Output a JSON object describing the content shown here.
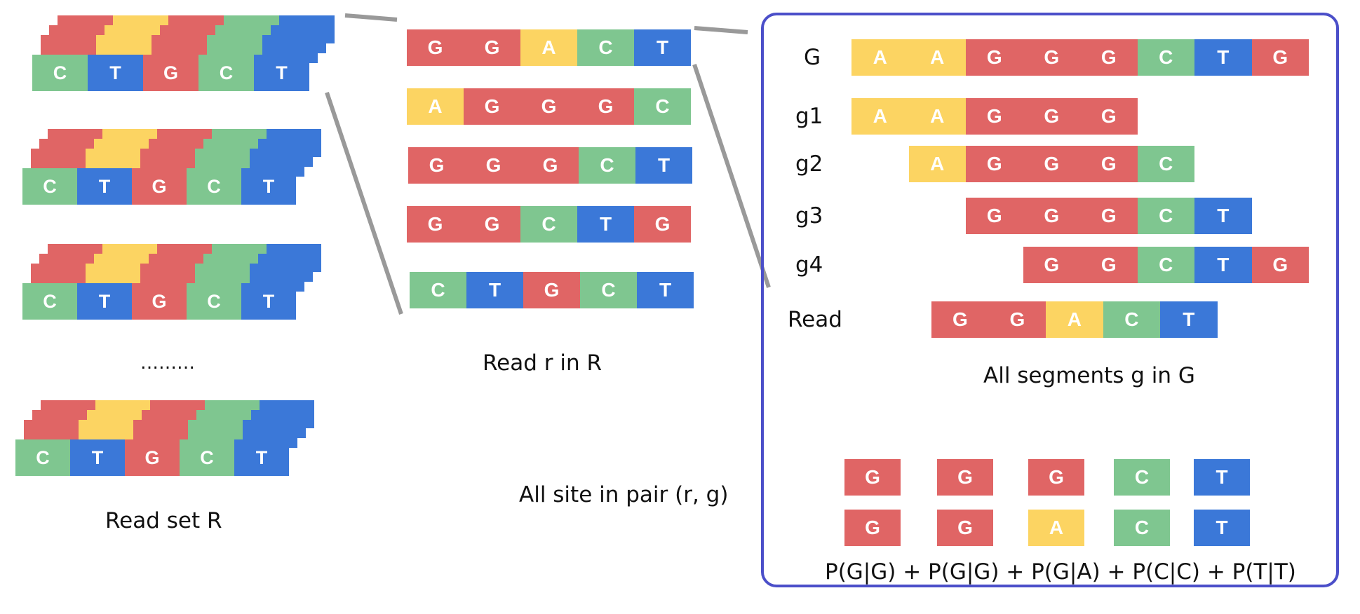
{
  "colors": {
    "A": "#fcd462",
    "C": "#7fc690",
    "G": "#e06565",
    "T": "#3b78d8",
    "box": "#4b4fc9",
    "line": "#999999"
  },
  "read_set": {
    "caption": "Read set R",
    "ellipsis": "………",
    "front_sequence": [
      "C",
      "T",
      "G",
      "C",
      "T"
    ],
    "back_top_colors": [
      "G",
      "A",
      "G",
      "C",
      "T"
    ]
  },
  "reads": {
    "caption": "Read r in R",
    "rows": [
      [
        "G",
        "G",
        "A",
        "C",
        "T"
      ],
      [
        "A",
        "G",
        "G",
        "G",
        "C"
      ],
      [
        "G",
        "G",
        "G",
        "C",
        "T"
      ],
      [
        "G",
        "G",
        "C",
        "T",
        "G"
      ],
      [
        "C",
        "T",
        "G",
        "C",
        "T"
      ]
    ]
  },
  "segments": {
    "caption": "All segments g in G",
    "rows": [
      {
        "label": "G",
        "bases": [
          "A",
          "A",
          "G",
          "G",
          "G",
          "C",
          "T",
          "G"
        ],
        "offset": 0
      },
      {
        "label": "g1",
        "bases": [
          "A",
          "A",
          "G",
          "G",
          "G"
        ],
        "offset": 0
      },
      {
        "label": "g2",
        "bases": [
          "A",
          "G",
          "G",
          "G",
          "C"
        ],
        "offset": 1
      },
      {
        "label": "g3",
        "bases": [
          "G",
          "G",
          "G",
          "C",
          "T"
        ],
        "offset": 2
      },
      {
        "label": "g4",
        "bases": [
          "G",
          "G",
          "C",
          "T",
          "G"
        ],
        "offset": 3
      },
      {
        "label": "Read",
        "bases": [
          "G",
          "G",
          "A",
          "C",
          "T"
        ],
        "offset": 1.4
      }
    ]
  },
  "pairs": {
    "caption": "All site in pair (r, g)",
    "top": [
      "G",
      "G",
      "G",
      "C",
      "T"
    ],
    "bottom": [
      "G",
      "G",
      "A",
      "C",
      "T"
    ],
    "formula": "P(G|G) + P(G|G) + P(G|A) + P(C|C) + P(T|T)"
  }
}
